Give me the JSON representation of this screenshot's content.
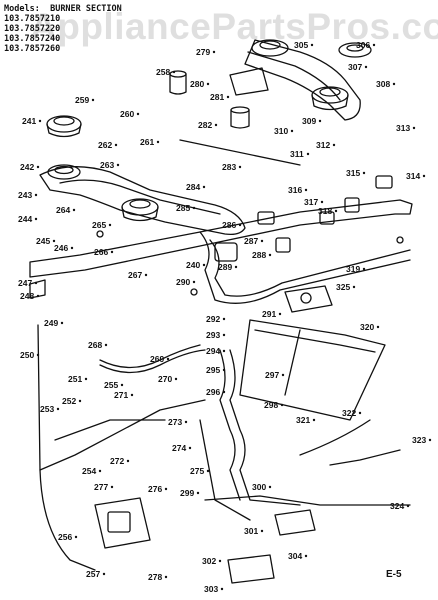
{
  "header": {
    "models_label": "Models:",
    "section_title": "BURNER SECTION",
    "models": [
      "103.7857210",
      "103.7857220",
      "103.7857240",
      "103.7857260"
    ]
  },
  "watermark": "AppliancePartsPros.com",
  "page_label": "E-5",
  "part_labels": [
    {
      "id": "240"
    },
    {
      "id": "241"
    },
    {
      "id": "242"
    },
    {
      "id": "243"
    },
    {
      "id": "244"
    },
    {
      "id": "245"
    },
    {
      "id": "246"
    },
    {
      "id": "247"
    },
    {
      "id": "248"
    },
    {
      "id": "249"
    },
    {
      "id": "250"
    },
    {
      "id": "251"
    },
    {
      "id": "252"
    },
    {
      "id": "253"
    },
    {
      "id": "254"
    },
    {
      "id": "255"
    },
    {
      "id": "256"
    },
    {
      "id": "257"
    },
    {
      "id": "258"
    },
    {
      "id": "259"
    },
    {
      "id": "260"
    },
    {
      "id": "261"
    },
    {
      "id": "262"
    },
    {
      "id": "263"
    },
    {
      "id": "264"
    },
    {
      "id": "265"
    },
    {
      "id": "266"
    },
    {
      "id": "267"
    },
    {
      "id": "268"
    },
    {
      "id": "269"
    },
    {
      "id": "270"
    },
    {
      "id": "271"
    },
    {
      "id": "272"
    },
    {
      "id": "273"
    },
    {
      "id": "274"
    },
    {
      "id": "275"
    },
    {
      "id": "276"
    },
    {
      "id": "277"
    },
    {
      "id": "278"
    },
    {
      "id": "279"
    },
    {
      "id": "280"
    },
    {
      "id": "281"
    },
    {
      "id": "282"
    },
    {
      "id": "283"
    },
    {
      "id": "284"
    },
    {
      "id": "285"
    },
    {
      "id": "286"
    },
    {
      "id": "287"
    },
    {
      "id": "288"
    },
    {
      "id": "289"
    },
    {
      "id": "290"
    },
    {
      "id": "291"
    },
    {
      "id": "292"
    },
    {
      "id": "293"
    },
    {
      "id": "294"
    },
    {
      "id": "295"
    },
    {
      "id": "296"
    },
    {
      "id": "297"
    },
    {
      "id": "298"
    },
    {
      "id": "299"
    },
    {
      "id": "300"
    },
    {
      "id": "301"
    },
    {
      "id": "302"
    },
    {
      "id": "303"
    },
    {
      "id": "304"
    },
    {
      "id": "305"
    },
    {
      "id": "306"
    },
    {
      "id": "307"
    },
    {
      "id": "308"
    },
    {
      "id": "309"
    },
    {
      "id": "310"
    },
    {
      "id": "311"
    },
    {
      "id": "312"
    },
    {
      "id": "313"
    },
    {
      "id": "314"
    },
    {
      "id": "315"
    },
    {
      "id": "316"
    },
    {
      "id": "317"
    },
    {
      "id": "318"
    },
    {
      "id": "319"
    },
    {
      "id": "320"
    },
    {
      "id": "321"
    },
    {
      "id": "322"
    },
    {
      "id": "323"
    },
    {
      "id": "324"
    },
    {
      "id": "325"
    }
  ],
  "colors": {
    "ink": "#111111",
    "paper": "#ffffff",
    "watermark": "#969696"
  }
}
